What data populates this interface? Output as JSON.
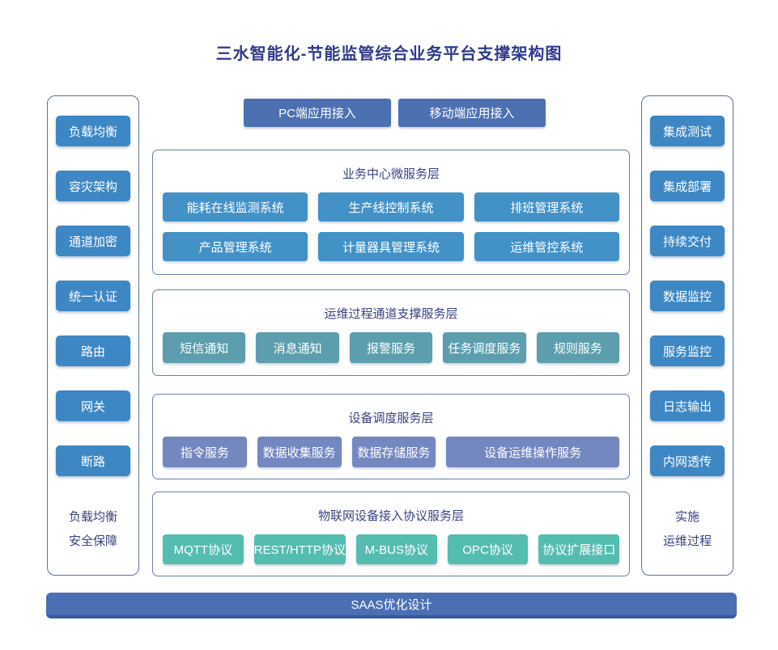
{
  "title": "三水智能化-节能监管综合业务平台支撑架构图",
  "access_buttons": [
    "PC端应用接入",
    "移动端应用接入"
  ],
  "left_panel": {
    "items": [
      "负载均衡",
      "容灾架构",
      "通道加密",
      "统一认证",
      "路由",
      "网关",
      "断路"
    ],
    "caption_lines": [
      "负载均衡",
      "安全保障"
    ]
  },
  "right_panel": {
    "items": [
      "集成测试",
      "集成部署",
      "持续交付",
      "数据监控",
      "服务监控",
      "日志输出",
      "内网透传"
    ],
    "caption_lines": [
      "实施",
      "运维过程"
    ]
  },
  "layers": [
    {
      "title": "业务中心微服务层",
      "boxes": [
        {
          "label": "能耗在线监测系统"
        },
        {
          "label": "生产线控制系统"
        },
        {
          "label": "排班管理系统"
        },
        {
          "label": "产品管理系统"
        },
        {
          "label": "计量器具管理系统"
        },
        {
          "label": "运维管控系统"
        }
      ]
    },
    {
      "title": "运维过程通道支撑服务层",
      "boxes": [
        {
          "label": "短信通知"
        },
        {
          "label": "消息通知"
        },
        {
          "label": "报警服务"
        },
        {
          "label": "任务调度服务"
        },
        {
          "label": "规则服务"
        }
      ]
    },
    {
      "title": "设备调度服务层",
      "boxes": [
        {
          "label": "指令服务"
        },
        {
          "label": "数据收集服务"
        },
        {
          "label": "数据存储服务"
        },
        {
          "label": "设备运维操作服务",
          "flex": 2.06
        }
      ]
    },
    {
      "title": "物联网设备接入协议服务层",
      "boxes": [
        {
          "label": "MQTT协议"
        },
        {
          "label": "REST/HTTP协议"
        },
        {
          "label": "M-BUS协议"
        },
        {
          "label": "OPC协议"
        },
        {
          "label": "协议扩展接口"
        }
      ]
    }
  ],
  "bottom_bar": "SAAS优化设计",
  "colors": {
    "title_text": "#2f3a8e",
    "heading_text": "#39427f",
    "panel_border": "#5e7195",
    "layer_border": "#6a80a6",
    "sidebar_box": "#3d87c4",
    "layer1_box": "#4291c7",
    "layer2_box": "#5c9ead",
    "layer3_box": "#7487bf",
    "layer4_box": "#55bcb0",
    "access_btn": "#4c70b2",
    "bottom_bar_bg": "#4a6fb3",
    "bottom_bar_edge": "#3a57a0"
  }
}
